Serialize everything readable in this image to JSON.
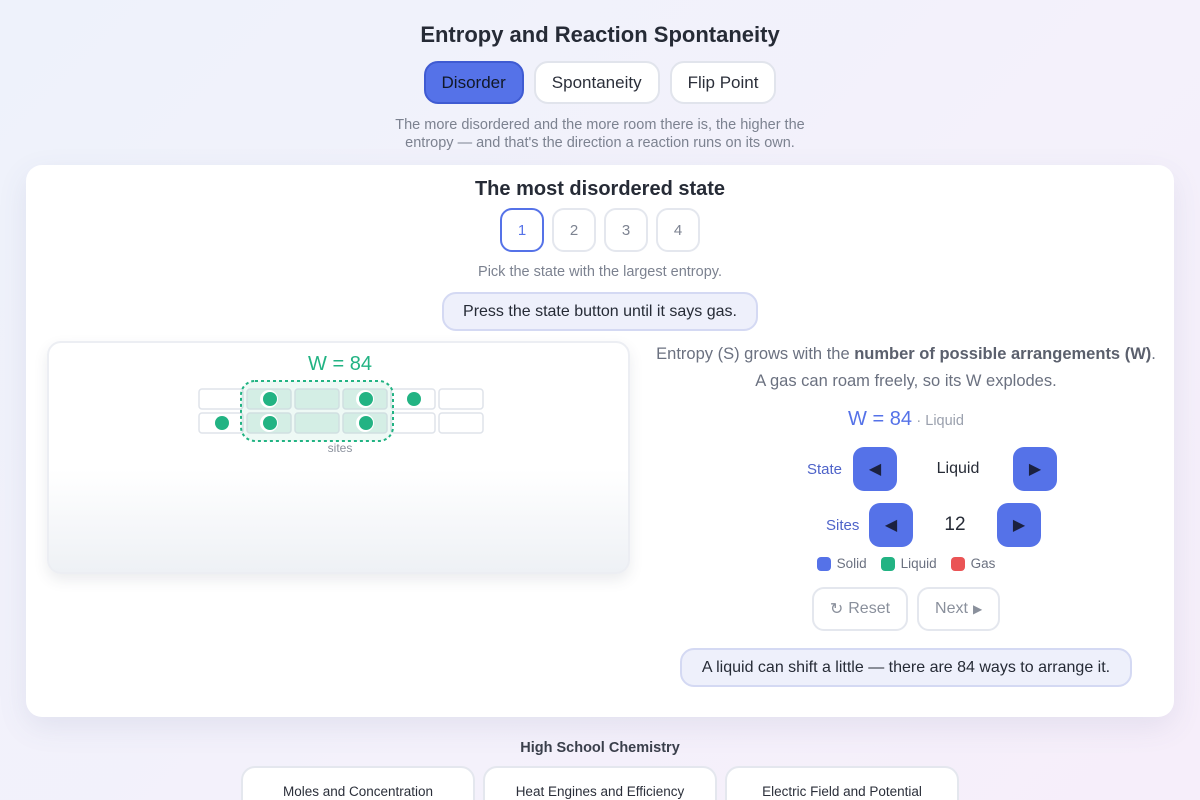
{
  "page": {
    "title": "Entropy and Reaction Spontaneity",
    "intro": "The more disordered and the more room there is, the higher the entropy — and that's the direction a reaction runs on its own."
  },
  "tabs": [
    {
      "label": "Disorder",
      "active": true
    },
    {
      "label": "Spontaneity",
      "active": false
    },
    {
      "label": "Flip Point",
      "active": false
    }
  ],
  "card": {
    "title": "The most disordered state",
    "steps": [
      {
        "label": "1",
        "active": true
      },
      {
        "label": "2",
        "active": false
      },
      {
        "label": "3",
        "active": false
      },
      {
        "label": "4",
        "active": false
      }
    ],
    "instruction": "Pick the state with the largest entropy.",
    "hint": "Press the state button until it says gas."
  },
  "viz": {
    "w_label": "W = 84",
    "sites_label": "sites",
    "rows": 2,
    "cols": 6,
    "particles": [
      [
        0,
        1
      ],
      [
        0,
        3
      ],
      [
        0,
        4
      ],
      [
        1,
        0
      ],
      [
        1,
        1
      ],
      [
        1,
        3
      ]
    ],
    "region_start_col": 1,
    "region_end_col": 3,
    "particle_color": "#22b383",
    "region_color": "#22b383"
  },
  "explain": {
    "part1": "Entropy (S) grows with the ",
    "bold": "number of possible arrangements (W)",
    "part2": ". A gas can roam freely, so its W explodes."
  },
  "readout": {
    "w_value": "W = 84",
    "phase_suffix": "· Liquid"
  },
  "controls": {
    "state": {
      "label": "State",
      "value": "Liquid",
      "prev_icon": "◀",
      "next_icon": "▶"
    },
    "sites": {
      "label": "Sites",
      "value": "12",
      "prev_icon": "◀",
      "next_icon": "▶"
    }
  },
  "legend": [
    {
      "label": "Solid",
      "color": "#5572e8"
    },
    {
      "label": "Liquid",
      "color": "#22b383"
    },
    {
      "label": "Gas",
      "color": "#ea5455"
    }
  ],
  "actions": {
    "reset_icon": "↻",
    "reset_label": "Reset",
    "next_label": "Next",
    "next_icon": "▶"
  },
  "status": "A liquid can shift a little — there are 84 ways to arrange it.",
  "footer": {
    "heading": "High School Chemistry",
    "related": [
      "Moles and Concentration",
      "Heat Engines and Efficiency",
      "Electric Field and Potential"
    ]
  }
}
